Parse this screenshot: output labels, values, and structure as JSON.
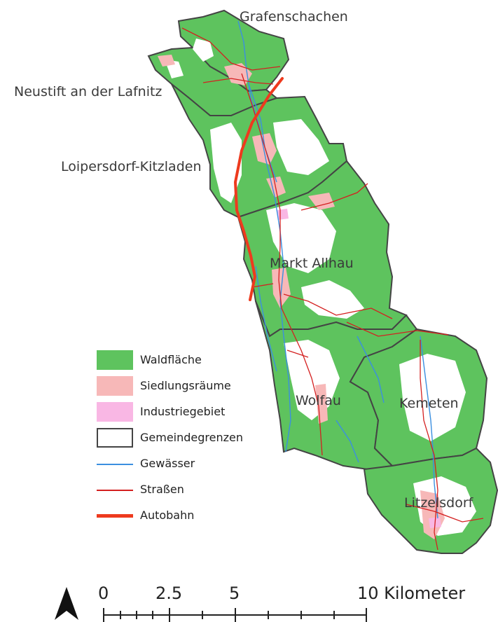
{
  "map": {
    "places": [
      {
        "id": "grafenschachen",
        "name": "Grafenschachen"
      },
      {
        "id": "neustift",
        "name": "Neustift an der Lafnitz"
      },
      {
        "id": "loipersdorf",
        "name": "Loipersdorf-Kitzladen"
      },
      {
        "id": "markt-allhau",
        "name": "Markt Allhau"
      },
      {
        "id": "wolfau",
        "name": "Wolfau"
      },
      {
        "id": "kemeten",
        "name": "Kemeten"
      },
      {
        "id": "litzelsdorf",
        "name": "Litzelsdorf"
      }
    ],
    "colors": {
      "forest": "#5ec35e",
      "settlement": "#f7b8b8",
      "industry": "#f9b7e4",
      "border": "#444444",
      "water": "#3b8fe0",
      "road": "#d42020",
      "motorway": "#ee3a1e",
      "outside": "#ffffff",
      "open_land": "#ffffff"
    }
  },
  "legend": {
    "items": [
      {
        "label": "Waldfläche",
        "type": "fill",
        "color": "#5ec35e"
      },
      {
        "label": "Siedlungsräume",
        "type": "fill",
        "color": "#f7b8b8"
      },
      {
        "label": "Industriegebiet",
        "type": "fill",
        "color": "#f9b7e4"
      },
      {
        "label": "Gemeindegrenzen",
        "type": "outline",
        "color": "#444444"
      },
      {
        "label": "Gewässer",
        "type": "line",
        "color": "#3b8fe0"
      },
      {
        "label": "Straßen",
        "type": "line",
        "color": "#d42020"
      },
      {
        "label": "Autobahn",
        "type": "thickline",
        "color": "#ee3a1e"
      }
    ]
  },
  "scalebar": {
    "ticks": [
      "0",
      "2.5",
      "5",
      "10 Kilometer"
    ],
    "unit": "Kilometer"
  },
  "north_arrow": {
    "icon": "north-arrow-icon"
  }
}
